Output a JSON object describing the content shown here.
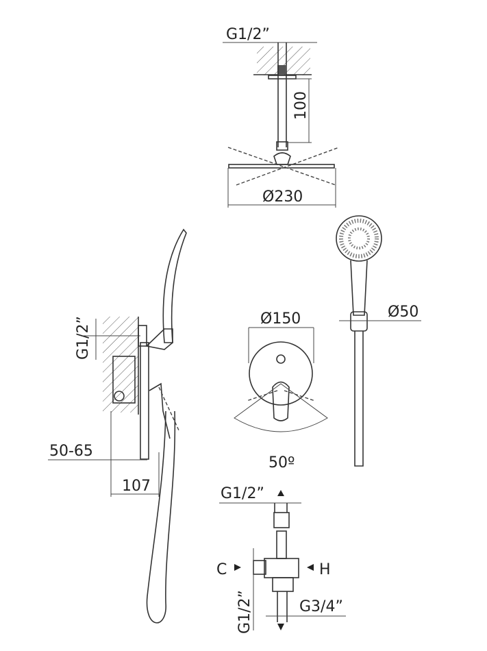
{
  "ceiling_shower": {
    "thread_label": "G1/2”",
    "arm_length_label": "100",
    "head_diameter_label": "Ø230"
  },
  "side_view": {
    "thread_label": "G1/2”",
    "depth_range_label": "50-65",
    "projection_label": "107"
  },
  "front_view": {
    "plate_diameter_label": "Ø150",
    "lever_angle_label": "50º"
  },
  "hand_shower": {
    "head_diameter_label": "Ø50"
  },
  "valve_body": {
    "top_thread_label": "G1/2”",
    "cold_label": "C",
    "hot_label": "H",
    "side_thread_label": "G1/2”",
    "bottom_thread_label": "G3/4”"
  }
}
